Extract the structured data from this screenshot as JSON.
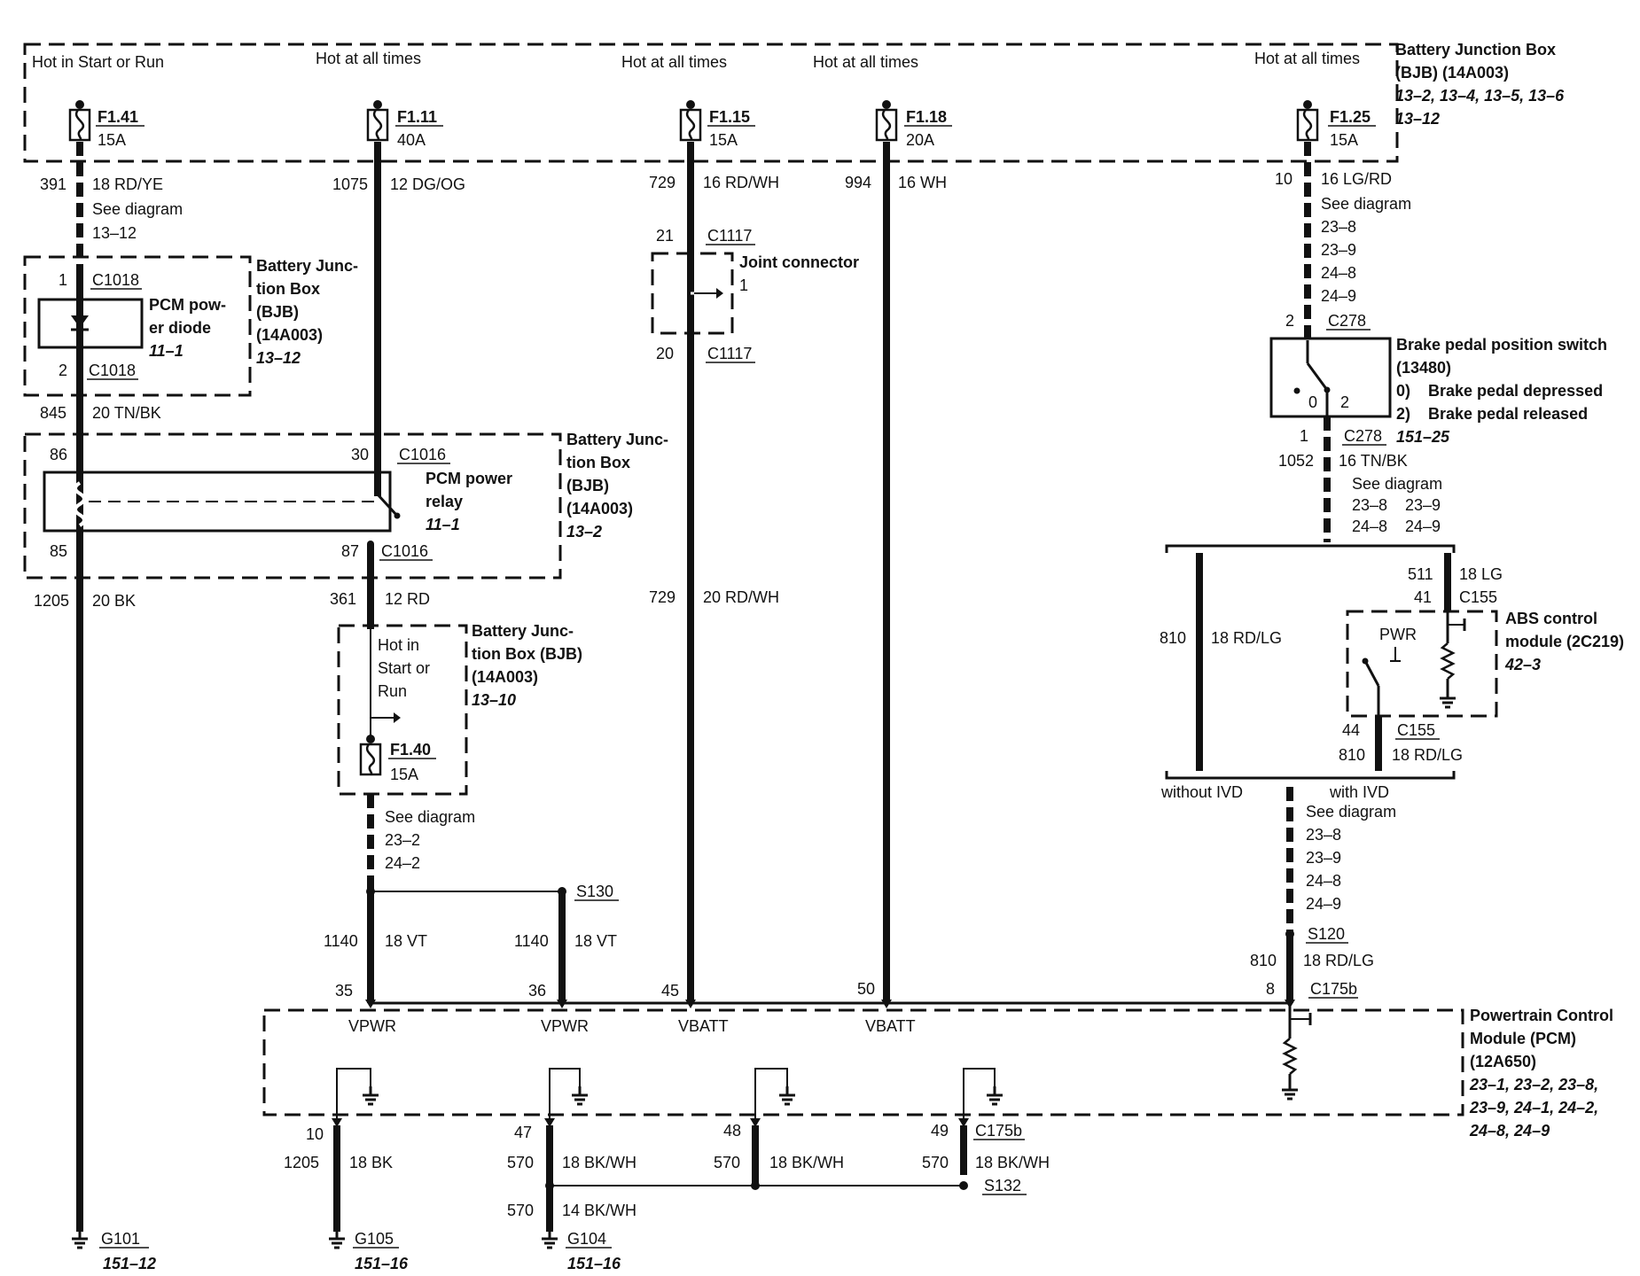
{
  "header": {
    "hot_start_run": "Hot in Start or Run",
    "hot_all_1": "Hot at all times",
    "hot_all_2": "Hot at all times",
    "hot_all_3": "Hot at all times",
    "hot_all_4": "Hot at all times"
  },
  "bjb_top": {
    "title1": "Battery Junction Box",
    "title2": "(BJB) (14A003)",
    "refs1": "13–2, 13–4, 13–5, 13–6",
    "refs2": "13–12"
  },
  "fuses": {
    "f141": {
      "name": "F1.41",
      "rating": "15A"
    },
    "f111": {
      "name": "F1.11",
      "rating": "40A"
    },
    "f115": {
      "name": "F1.15",
      "rating": "15A"
    },
    "f118": {
      "name": "F1.18",
      "rating": "20A"
    },
    "f125": {
      "name": "F1.25",
      "rating": "15A"
    },
    "f140": {
      "name": "F1.40",
      "rating": "15A"
    }
  },
  "wires": {
    "w391": {
      "circuit": "391",
      "spec": "18 RD/YE"
    },
    "w1075": {
      "circuit": "1075",
      "spec": "12 DG/OG"
    },
    "w729a": {
      "circuit": "729",
      "spec": "16 RD/WH"
    },
    "w994": {
      "circuit": "994",
      "spec": "16 WH"
    },
    "w10": {
      "circuit": "10",
      "spec": "16 LG/RD"
    },
    "w845": {
      "circuit": "845",
      "spec": "20 TN/BK"
    },
    "w1205a": {
      "circuit": "1205",
      "spec": "20 BK"
    },
    "w361": {
      "circuit": "361",
      "spec": "12 RD"
    },
    "w729b": {
      "circuit": "729",
      "spec": "20 RD/WH"
    },
    "w1052": {
      "circuit": "1052",
      "spec": "16 TN/BK"
    },
    "w810a": {
      "circuit": "810",
      "spec": "18 RD/LG"
    },
    "w511": {
      "circuit": "511",
      "spec": "18 LG"
    },
    "w810b": {
      "circuit": "810",
      "spec": "18 RD/LG"
    },
    "w810c": {
      "circuit": "810",
      "spec": "18 RD/LG"
    },
    "w1140a": {
      "circuit": "1140",
      "spec": "18 VT"
    },
    "w1140b": {
      "circuit": "1140",
      "spec": "18 VT"
    },
    "w1205b": {
      "circuit": "1205",
      "spec": "18 BK"
    },
    "w570a": {
      "circuit": "570",
      "spec": "18 BK/WH"
    },
    "w570b": {
      "circuit": "570",
      "spec": "18 BK/WH"
    },
    "w570c": {
      "circuit": "570",
      "spec": "18 BK/WH"
    },
    "w570d": {
      "circuit": "570",
      "spec": "14 BK/WH"
    }
  },
  "see_diagrams": {
    "sd1": {
      "label": "See diagram",
      "refs": [
        "13–12"
      ]
    },
    "sd2": {
      "label": "See diagram",
      "refs": [
        "23–8",
        "23–9",
        "24–8",
        "24–9"
      ]
    },
    "sd3": {
      "label": "See diagram",
      "refs": [
        "23–8",
        "23–9",
        "24–8",
        "24–9"
      ]
    },
    "sd4": {
      "label": "See diagram",
      "refs": [
        "23–2",
        "24–2"
      ]
    },
    "sd5": {
      "label": "See diagram",
      "refs": [
        "23–8",
        "23–9",
        "24–8",
        "24–9"
      ]
    }
  },
  "connectors": {
    "c1018_top": {
      "pin": "1",
      "name": "C1018"
    },
    "c1018_bot": {
      "pin": "2",
      "name": "C1018"
    },
    "c1117_top": {
      "pin": "21",
      "name": "C1117"
    },
    "c1117_bot": {
      "pin": "20",
      "name": "C1117"
    },
    "c1016_30": {
      "pin": "30",
      "name": "C1016"
    },
    "c1016_87": {
      "pin": "87",
      "name": "C1016"
    },
    "pin86": "86",
    "pin85": "85",
    "c278_top": {
      "pin": "2",
      "name": "C278"
    },
    "c278_bot": {
      "pin": "1",
      "name": "C278"
    },
    "c155_top": {
      "pin": "41",
      "name": "C155"
    },
    "c155_bot": {
      "pin": "44",
      "name": "C155"
    },
    "c175b_8": {
      "pin": "8",
      "name": "C175b"
    },
    "c175b_49": {
      "pin": "49",
      "name": "C175b"
    },
    "pcm_pins_top": [
      "35",
      "36",
      "45",
      "50"
    ],
    "pcm_pins_bot": [
      "10",
      "47",
      "48"
    ]
  },
  "components": {
    "pcm_diode": {
      "name1": "PCM pow-",
      "name2": "er diode",
      "ref": "11–1",
      "bjb1": "Battery Junc-",
      "bjb2": "tion Box",
      "bjb3": "(BJB)",
      "bjb4": "(14A003)",
      "bjb_ref": "13–12"
    },
    "joint": {
      "name": "Joint connector",
      "pin": "1"
    },
    "pcm_relay": {
      "name1": "PCM power",
      "name2": "relay",
      "ref": "11–1",
      "bjb1": "Battery Junc-",
      "bjb2": "tion Box",
      "bjb3": "(BJB)",
      "bjb4": "(14A003)",
      "bjb_ref": "13–2"
    },
    "bjb_f140": {
      "hot1": "Hot in",
      "hot2": "Start or",
      "hot3": "Run",
      "t1": "Battery Junc-",
      "t2": "tion Box (BJB)",
      "t3": "(14A003)",
      "ref": "13–10"
    },
    "brake_switch": {
      "name": "Brake pedal position switch",
      "part": "(13480)",
      "s0_num": "0)",
      "s0": "Brake pedal depressed",
      "s2_num": "2)",
      "s2": "Brake pedal released",
      "ref": "151–25",
      "pos0": "0",
      "pos2": "2"
    },
    "abs": {
      "pwr": "PWR",
      "name1": "ABS control",
      "name2": "module (2C219)",
      "ref": "42–3"
    },
    "pcm": {
      "name1": "Powertrain Control",
      "name2": "Module (PCM)",
      "part": "(12A650)",
      "refs1": "23–1, 23–2, 23–8,",
      "refs2": "23–9, 24–1, 24–2,",
      "refs3": "24–8, 24–9",
      "vpwr1": "VPWR",
      "vpwr2": "VPWR",
      "vbatt1": "VBATT",
      "vbatt2": "VBATT"
    }
  },
  "splices": {
    "s130": "S130",
    "s120": "S120",
    "s132": "S132"
  },
  "options": {
    "without": "without IVD",
    "with": "with IVD"
  },
  "grounds": {
    "g101": {
      "name": "G101",
      "ref": "151–12"
    },
    "g105": {
      "name": "G105",
      "ref": "151–16"
    },
    "g104": {
      "name": "G104",
      "ref": "151–16"
    }
  }
}
